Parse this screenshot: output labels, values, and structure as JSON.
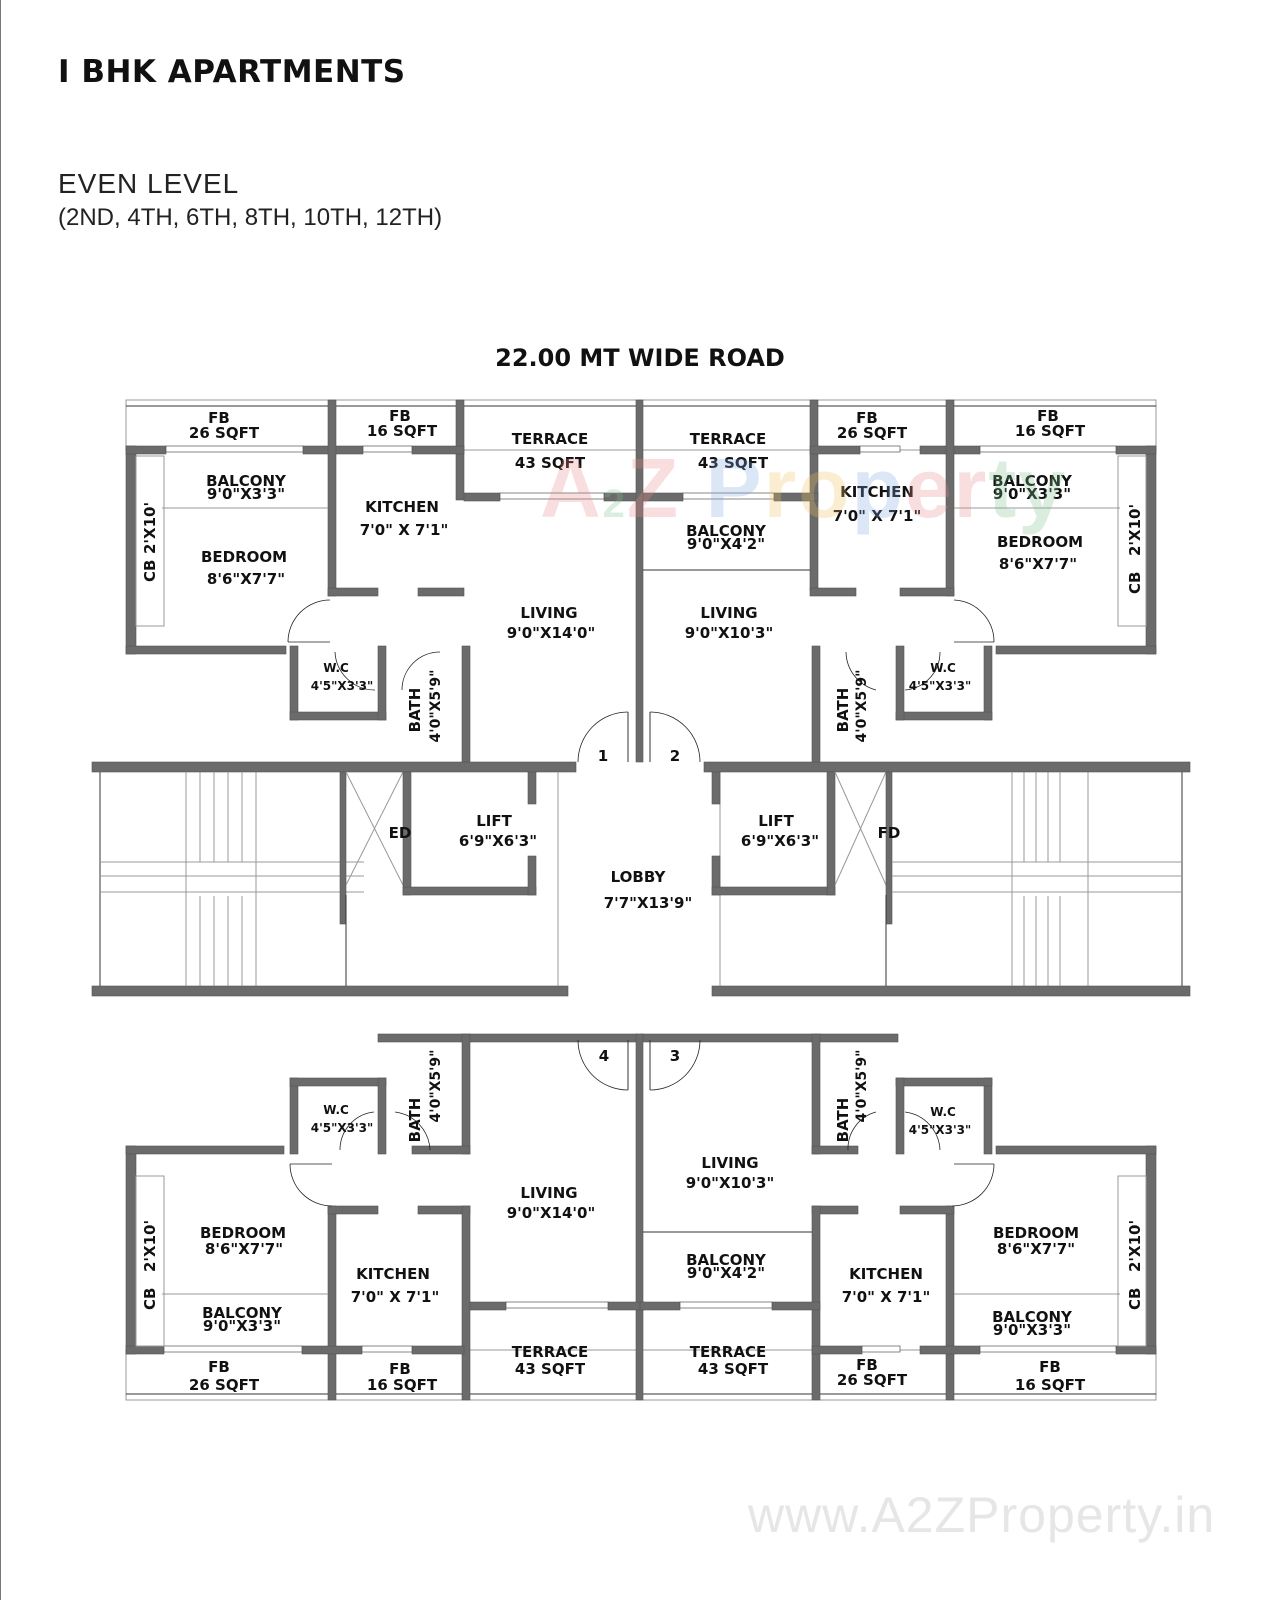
{
  "header": {
    "title": "I BHK APARTMENTS",
    "level": "EVEN LEVEL",
    "floors": "(2ND, 4TH, 6TH, 8TH, 10TH, 12TH)"
  },
  "plan": {
    "road_label": "22.00 MT WIDE ROAD",
    "flats": [
      {
        "number": "1",
        "position": "top-left",
        "rooms": {
          "fb_a": {
            "name": "FB",
            "area": "26 SQFT"
          },
          "fb_b": {
            "name": "FB",
            "area": "16 SQFT"
          },
          "terrace": {
            "name": "TERRACE",
            "area": "43 SQFT"
          },
          "balcony": {
            "name": "BALCONY",
            "size": "9'0\"X3'3\""
          },
          "bedroom": {
            "name": "BEDROOM",
            "size": "8'6\"X7'7\""
          },
          "kitchen": {
            "name": "KITCHEN",
            "size": "7'0\" X 7'1\""
          },
          "living": {
            "name": "LIVING",
            "size": "9'0\"X14'0\""
          },
          "wc": {
            "name": "W.C",
            "size": "4'5\"X3'3\""
          },
          "bath": {
            "name": "BATH",
            "size": "4'0\"X5'9\""
          },
          "cb": {
            "name": "CB",
            "size": "2'X10'"
          }
        }
      },
      {
        "number": "2",
        "position": "top-right",
        "rooms": {
          "fb_a": {
            "name": "FB",
            "area": "26 SQFT"
          },
          "fb_b": {
            "name": "FB",
            "area": "16 SQFT"
          },
          "terrace": {
            "name": "TERRACE",
            "area": "43 SQFT"
          },
          "balcony_living": {
            "name": "BALCONY",
            "size": "9'0\"X4'2\""
          },
          "balcony": {
            "name": "BALCONY",
            "size": "9'0\"X3'3\""
          },
          "bedroom": {
            "name": "BEDROOM",
            "size": "8'6\"X7'7\""
          },
          "kitchen": {
            "name": "KITCHEN",
            "size": "7'0\" X 7'1\""
          },
          "living": {
            "name": "LIVING",
            "size": "9'0\"X10'3\""
          },
          "wc": {
            "name": "W.C",
            "size": "4'5\"X3'3\""
          },
          "bath": {
            "name": "BATH",
            "size": "4'0\"X5'9\""
          },
          "cb": {
            "name": "CB",
            "size": "2'X10'"
          }
        }
      },
      {
        "number": "3",
        "position": "bottom-right",
        "rooms": {
          "fb_a": {
            "name": "FB",
            "area": "26 SQFT"
          },
          "fb_b": {
            "name": "FB",
            "area": "16 SQFT"
          },
          "terrace": {
            "name": "TERRACE",
            "area": "43 SQFT"
          },
          "balcony_living": {
            "name": "BALCONY",
            "size": "9'0\"X4'2\""
          },
          "balcony": {
            "name": "BALCONY",
            "size": "9'0\"X3'3\""
          },
          "bedroom": {
            "name": "BEDROOM",
            "size": "8'6\"X7'7\""
          },
          "kitchen": {
            "name": "KITCHEN",
            "size": "7'0\" X 7'1\""
          },
          "living": {
            "name": "LIVING",
            "size": "9'0\"X10'3\""
          },
          "wc": {
            "name": "W.C",
            "size": "4'5\"X3'3\""
          },
          "bath": {
            "name": "BATH",
            "size": "4'0\"X5'9\""
          },
          "cb": {
            "name": "CB",
            "size": "2'X10'"
          }
        }
      },
      {
        "number": "4",
        "position": "bottom-left",
        "rooms": {
          "fb_a": {
            "name": "FB",
            "area": "26 SQFT"
          },
          "fb_b": {
            "name": "FB",
            "area": "16 SQFT"
          },
          "terrace": {
            "name": "TERRACE",
            "area": "43 SQFT"
          },
          "balcony": {
            "name": "BALCONY",
            "size": "9'0\"X3'3\""
          },
          "bedroom": {
            "name": "BEDROOM",
            "size": "8'6\"X7'7\""
          },
          "kitchen": {
            "name": "KITCHEN",
            "size": "7'0\" X 7'1\""
          },
          "living": {
            "name": "LIVING",
            "size": "9'0\"X14'0\""
          },
          "wc": {
            "name": "W.C",
            "size": "4'5\"X3'3\""
          },
          "bath": {
            "name": "BATH",
            "size": "4'0\"X5'9\""
          },
          "cb": {
            "name": "CB",
            "size": "2'X10'"
          }
        }
      }
    ],
    "core": {
      "lobby": {
        "name": "LOBBY",
        "size": "7'7\"X13'9\""
      },
      "lift_left": {
        "name": "LIFT",
        "size": "6'9\"X6'3\""
      },
      "lift_right": {
        "name": "LIFT",
        "size": "6'9\"X6'3\""
      },
      "duct_left": "ED",
      "duct_right": "FD"
    }
  },
  "watermark": {
    "center": "A2Z Property",
    "footer": "www.A2ZProperty.in"
  },
  "colors": {
    "wall": "#6b6b6b",
    "text": "#111111",
    "watermark_red": "#e88a8a",
    "watermark_green": "#7fc08f",
    "watermark_blue": "#7fa8e0",
    "watermark_yellow": "#f0c060"
  }
}
